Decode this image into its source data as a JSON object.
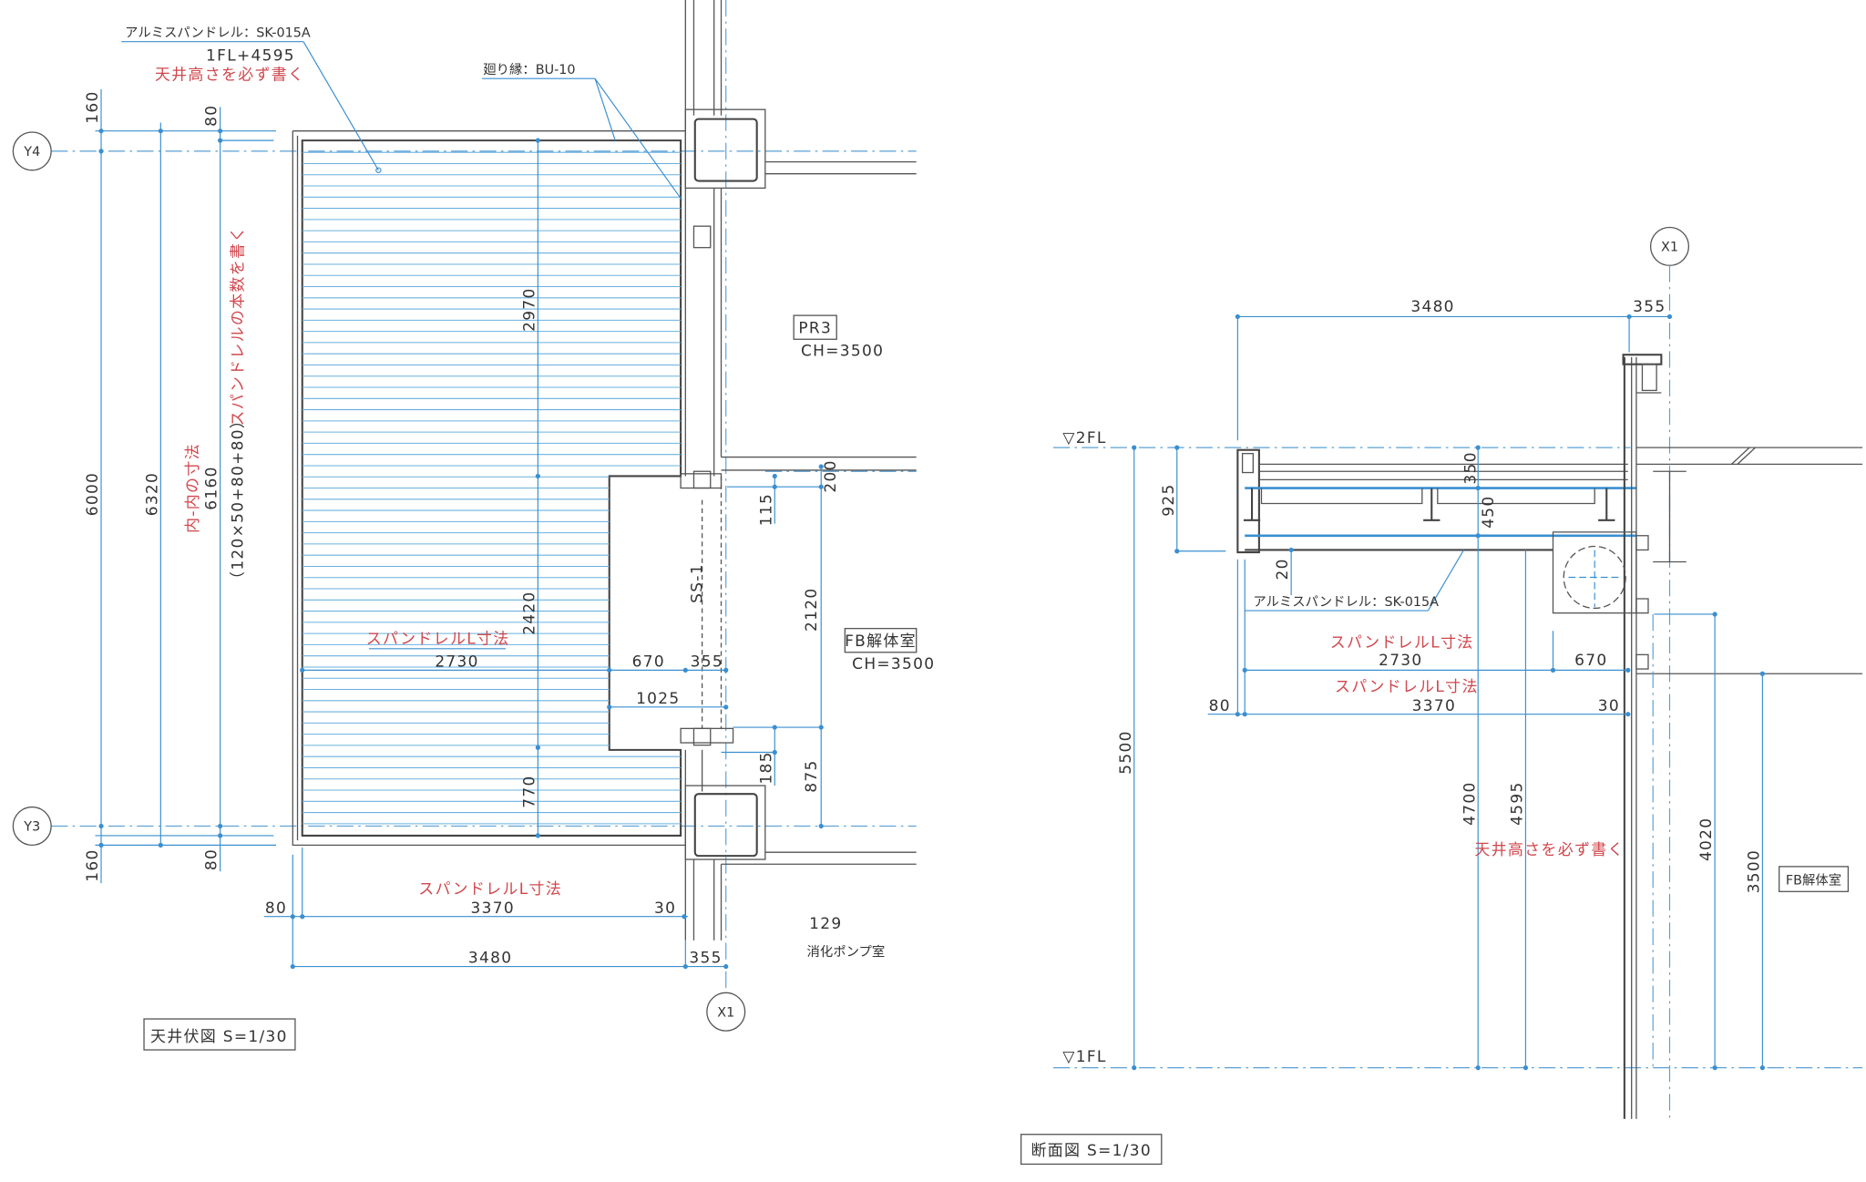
{
  "plan": {
    "title": "天井伏図 S=1/30",
    "grid_y4": "Y4",
    "grid_y3": "Y3",
    "grid_x1": "X1",
    "spandrel_label": "アルミスパンドレル：SK-015A",
    "ceiling_height": "1FL+4595",
    "ceiling_note": "天井高さを必ず書く",
    "edge_label": "廻り縁：BU-10",
    "room_pr3": "PR3",
    "room_pr3_ch": "CH=3500",
    "room_fb": "FB解体室",
    "room_fb_ch": "CH=3500",
    "room_129": "129",
    "room_pump": "消化ポンプ室",
    "ss1": "SS-1",
    "dim_160_top": "160",
    "dim_80_top": "80",
    "dim_6000": "6000",
    "dim_6320": "6320",
    "inner_note": "内-内の寸法",
    "dim_6160": "6160",
    "count_formula": "（120×50+80+80）",
    "count_note": "スパンドレルの本数を書く",
    "dim_80_bot": "80",
    "dim_160_bot": "160",
    "dim_2970": "2970",
    "dim_2420": "2420",
    "dim_770": "770",
    "spandrel_l_note": "スパンドレルL寸法",
    "dim_2730": "2730",
    "dim_670": "670",
    "dim_355_mid": "355",
    "dim_1025": "1025",
    "dim_115": "115",
    "dim_200": "200",
    "dim_2120": "2120",
    "dim_185": "185",
    "dim_875": "875",
    "spandrel_l_note_bot": "スパンドレルL寸法",
    "dim_80_left": "80",
    "dim_3370": "3370",
    "dim_30": "30",
    "dim_3480": "3480",
    "dim_355_bot": "355"
  },
  "section": {
    "title": "断面図 S=1/30",
    "grid_x1": "X1",
    "dim_3480": "3480",
    "dim_355": "355",
    "level_2fl": "▽2FL",
    "level_1fl": "▽1FL",
    "dim_925": "925",
    "dim_350": "350",
    "dim_450": "450",
    "dim_20": "20",
    "spandrel_label": "アルミスパンドレル：SK-015A",
    "spandrel_l_note_1": "スパンドレルL寸法",
    "dim_2730": "2730",
    "dim_670": "670",
    "spandrel_l_note_2": "スパンドレルL寸法",
    "dim_80": "80",
    "dim_3370": "3370",
    "dim_30": "30",
    "dim_5500": "5500",
    "dim_4700": "4700",
    "dim_4595": "4595",
    "ceiling_note": "天井高さを必ず書く",
    "dim_4020": "4020",
    "dim_3500": "3500",
    "room_fb": "FB解体室"
  }
}
